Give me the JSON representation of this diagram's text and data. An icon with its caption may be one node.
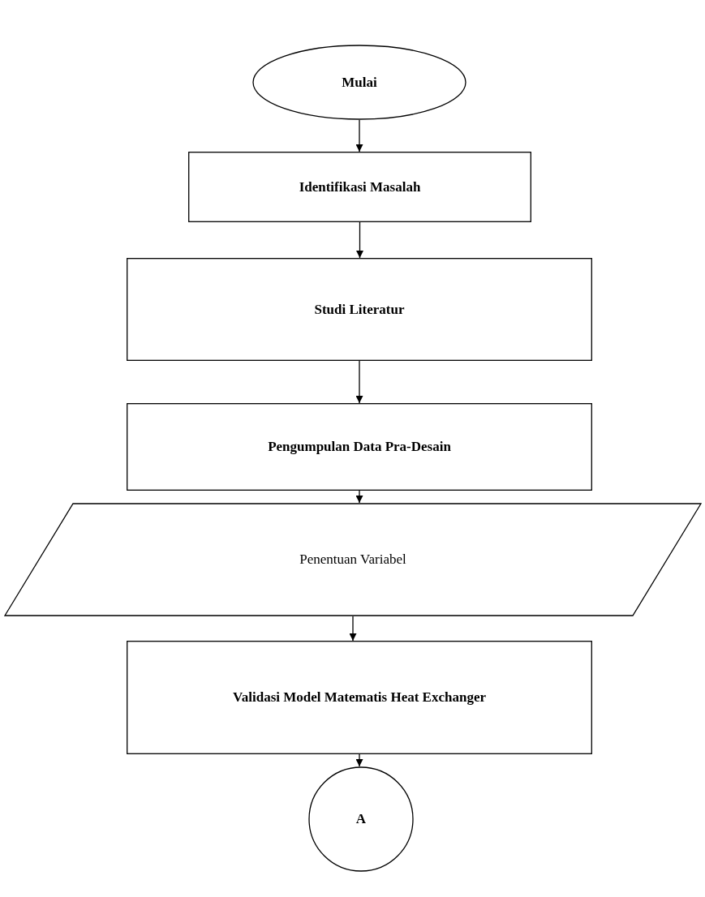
{
  "diagram": {
    "nodes": [
      {
        "text": [
          "Mulai"
        ]
      },
      {
        "text": [
          "Identifikasi Masalah"
        ]
      },
      {
        "text": [
          "Studi Literatur"
        ]
      },
      {
        "text": [
          "Pengumpulan Data Pra-Desain"
        ]
      },
      {
        "text": [
          "Penentuan Variabel"
        ]
      },
      {
        "text": [
          "Validasi Model Matematis Heat Exchanger"
        ]
      },
      {
        "text": [
          "A"
        ]
      }
    ],
    "edges": [
      {
        "from": 0,
        "to": 1,
        "arrow": "to"
      },
      {
        "from": 1,
        "to": 2,
        "arrow": "to"
      },
      {
        "from": 2,
        "to": 3,
        "arrow": "to"
      },
      {
        "from": 3,
        "to": 4,
        "arrow": "to"
      },
      {
        "from": 4,
        "to": 5,
        "arrow": "to"
      },
      {
        "from": 5,
        "to": 6,
        "arrow": "to"
      }
    ]
  }
}
